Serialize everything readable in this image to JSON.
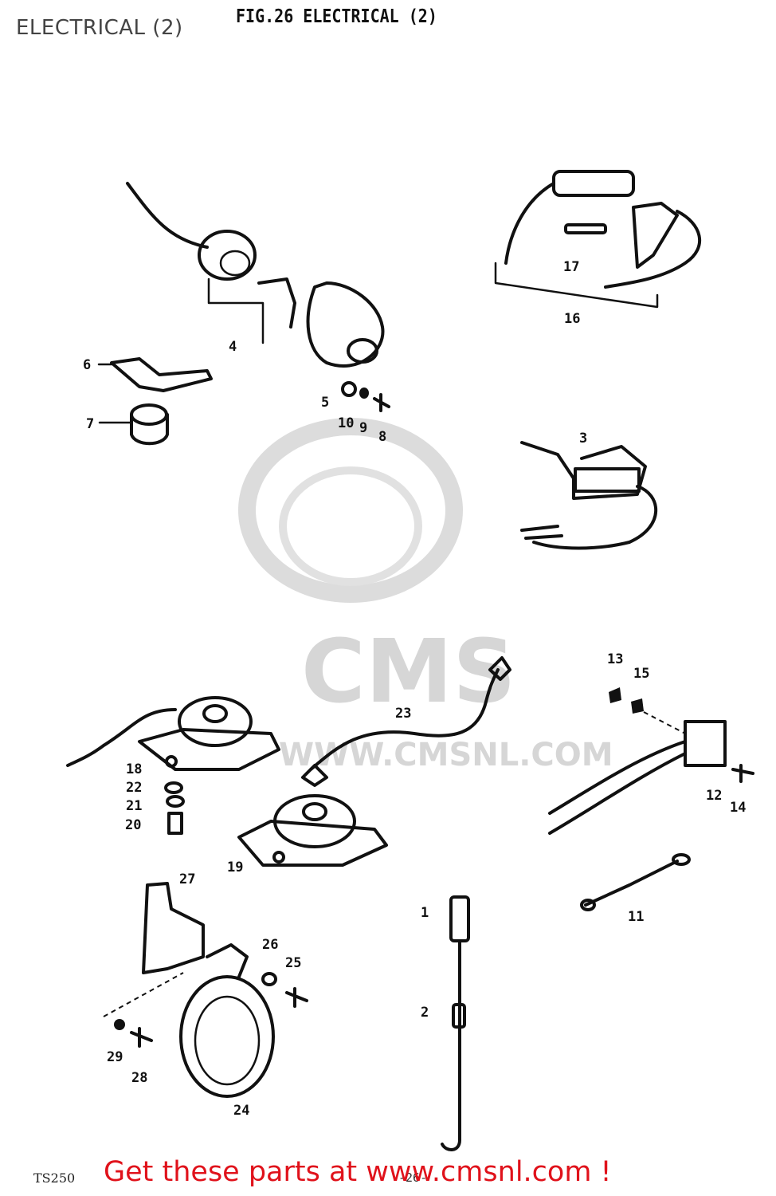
{
  "page": {
    "title": "ELECTRICAL (2)",
    "figure_title": "FIG.26  ELECTRICAL (2)",
    "model_code": "TS250",
    "page_number": "-26-"
  },
  "watermark": {
    "brand": "CMS",
    "url": "WWW.CMSNL.COM"
  },
  "promo": {
    "text": "Get these parts at www.cmsnl.com !",
    "color": "#e0121b"
  },
  "parts": {
    "p1": "1",
    "p2": "2",
    "p3": "3",
    "p4": "4",
    "p5": "5",
    "p6": "6",
    "p7": "7",
    "p8": "8",
    "p9": "9",
    "p10": "10",
    "p11": "11",
    "p12": "12",
    "p13": "13",
    "p14": "14",
    "p15": "15",
    "p16": "16",
    "p17": "17",
    "p18": "18",
    "p19": "19",
    "p20": "20",
    "p21": "21",
    "p22": "22",
    "p23": "23",
    "p24": "24",
    "p25": "25",
    "p26": "26",
    "p27": "27",
    "p28": "28",
    "p29": "29"
  }
}
